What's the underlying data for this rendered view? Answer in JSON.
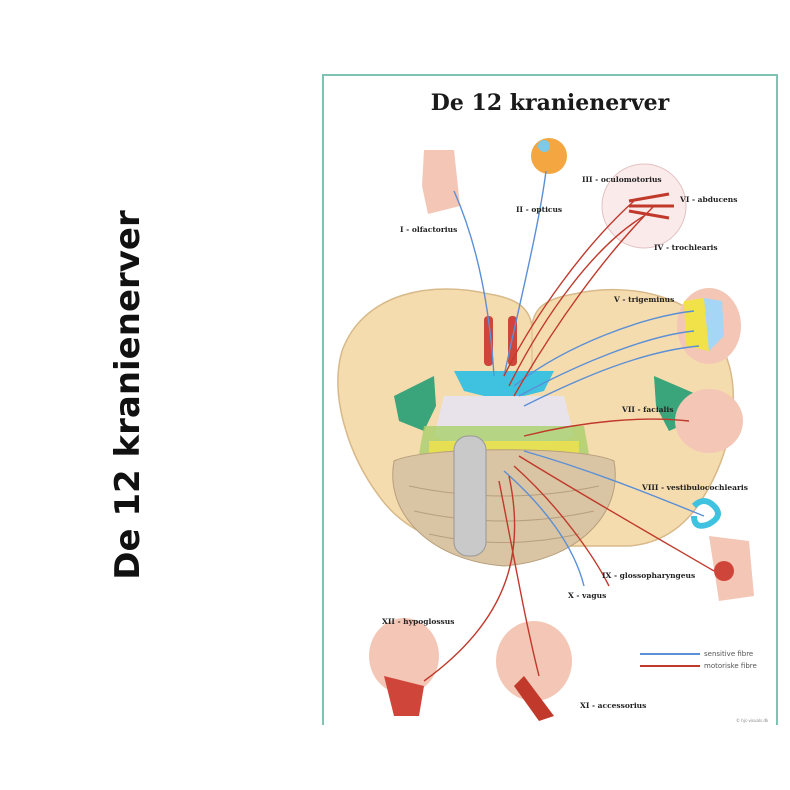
{
  "side_title": "De 12 kranienerver",
  "poster": {
    "title": "De 12 kranienerver",
    "nerves": {
      "I": "I - olfactorius",
      "II": "II - opticus",
      "III": "III - oculomotorius",
      "IV": "IV - trochlearis",
      "V": "V - trigeminus",
      "VI": "VI - abducens",
      "VII": "VII - facialis",
      "VIII": "VIII - vestibulocochlearis",
      "IX": "IX - glossopharyngeus",
      "X": "X - vagus",
      "XI": "XI - accessorius",
      "XII": "XII - hypoglossus"
    },
    "legend": {
      "sensory": "sensitive fibre",
      "motor": "motoriske fibre"
    },
    "copyright": "© hjc-visuals.dk"
  },
  "colors": {
    "border": "#7fc4b3",
    "sensory_fiber": "#5b8fd6",
    "motor_fiber": "#c0392b",
    "brain": "#f5dcae",
    "cerebellum": "#d9c4a3",
    "skin": "#f3c6b5",
    "temporal": "#3aa57a",
    "chiasm": "#3fc1e0"
  }
}
